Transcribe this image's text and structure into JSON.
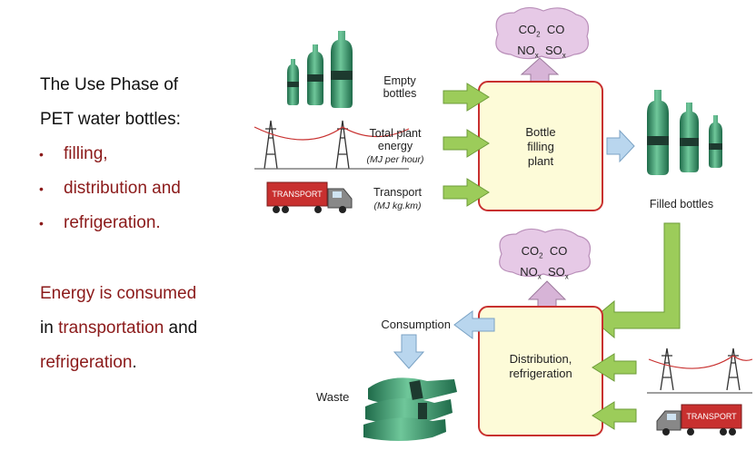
{
  "intro": {
    "line1": "The Use Phase of",
    "line2": "PET water bottles:",
    "bullets": [
      "filling,",
      "distribution and",
      "refrigeration."
    ]
  },
  "energy_note": {
    "line1": "Energy is consumed",
    "line2_pre": "in ",
    "line2_hl": "transportation",
    "line2_post": " and",
    "line3_hl": "refrigeration",
    "line3_post": "."
  },
  "diagram": {
    "inputs": {
      "empty_bottles": "Empty\nbottles",
      "total_plant_energy": "Total plant\nenergy",
      "total_plant_energy_unit": "(MJ per hour)",
      "transport": "Transport",
      "transport_unit": "(MJ kg.km)"
    },
    "plant_box": "Bottle\nfilling\nplant",
    "distribution_box": "Distribution,\nrefrigeration",
    "filled_bottles": "Filled bottles",
    "consumption": "Consumption",
    "waste": "Waste",
    "emissions": {
      "co2": "CO",
      "co2_sub": "2",
      "co": "CO",
      "nox": "NO",
      "nox_sub": "x",
      "sox": "SO",
      "sox_sub": "x"
    },
    "truck_label": "TRANSPORT",
    "colors": {
      "box_fill": "#fdfbd8",
      "box_stroke": "#c8302f",
      "input_arrow": "#9ccc5a",
      "output_arrow": "#b9d6ee",
      "emission_cloud": "#e6c9e6",
      "emission_arrow": "#d7b4d7",
      "truck_red": "#c8302f"
    }
  }
}
